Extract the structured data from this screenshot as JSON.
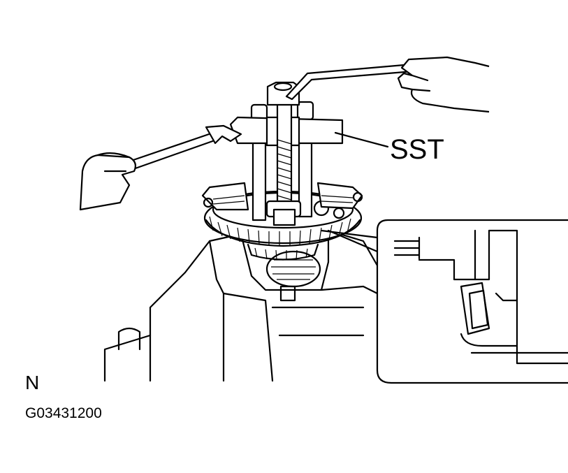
{
  "labels": {
    "tool": "SST",
    "orientation": "N",
    "figure_code": "G03431200"
  }
}
